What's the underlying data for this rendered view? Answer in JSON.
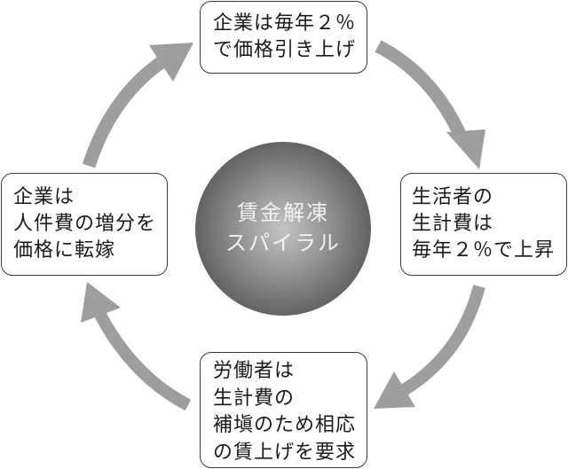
{
  "diagram": {
    "center": {
      "lines": [
        "賃金解凍",
        "スパイラル"
      ]
    },
    "steps": [
      {
        "id": "top",
        "lines": [
          "企業は毎年２％",
          "で価格引き上げ"
        ]
      },
      {
        "id": "right",
        "lines": [
          "生活者の",
          "生計費は",
          "毎年２％で上昇"
        ]
      },
      {
        "id": "bottom",
        "lines": [
          "労働者は",
          "生計費の",
          "補塡のため相応",
          "の賃上げを要求"
        ]
      },
      {
        "id": "left",
        "lines": [
          "企業は",
          "人件費の増分を",
          "価格に転嫁"
        ]
      }
    ],
    "colors": {
      "arrow": "#9e9e9e",
      "box_border": "#3a3a3a",
      "sphere_dark": "#3f3f3f",
      "sphere_light": "#c4c4c4",
      "text": "#1a1a1a",
      "center_text": "#f2f2f2"
    }
  }
}
